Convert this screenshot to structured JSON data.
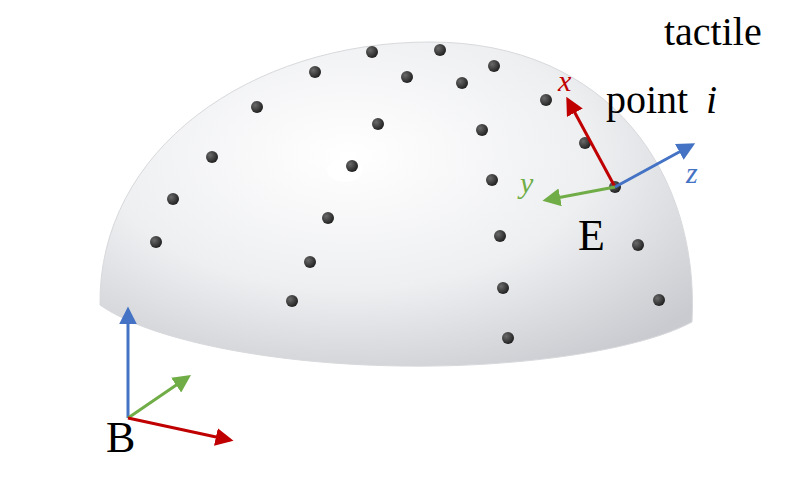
{
  "diagram": {
    "labels": [
      "tactile",
      "point",
      "i",
      "x",
      "y",
      "z",
      "E",
      "B"
    ]
  }
}
